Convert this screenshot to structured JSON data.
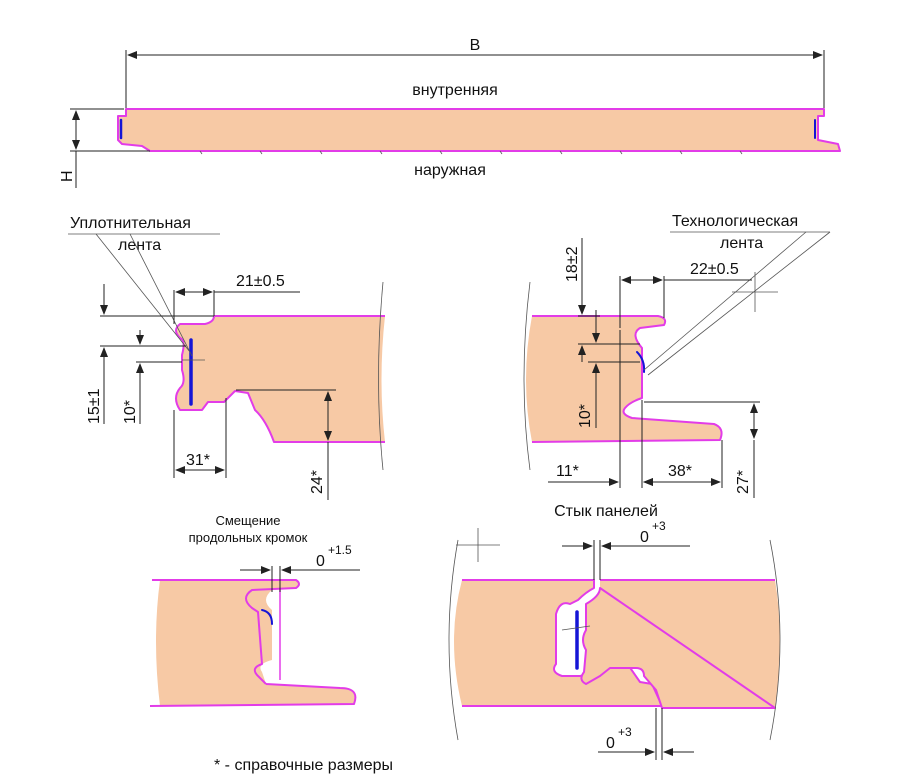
{
  "top_view": {
    "width_label": "B",
    "height_label": "H",
    "inner_label": "внутренняя",
    "outer_label": "наружная"
  },
  "left_joint": {
    "callout_line1": "Уплотнительная",
    "callout_line2": "лента",
    "dim_top": "21±0.5",
    "dim_left_outer": "15±1",
    "dim_left_inner": "10*",
    "dim_bottom": "31*",
    "dim_right": "24*"
  },
  "right_joint": {
    "callout_line1": "Технологическая",
    "callout_line2": "лента",
    "dim_top": "22±0.5",
    "dim_left_top": "18±2",
    "dim_left_inner": "10*",
    "dim_bottom_left": "11*",
    "dim_bottom_right": "38*",
    "dim_right": "27*"
  },
  "offset_detail": {
    "title_line1": "Смещение",
    "title_line2": "продольных кромок",
    "tolerance_base": "0",
    "tolerance_sup": "+1.5"
  },
  "joint_detail": {
    "title": "Стык панелей",
    "tol_top_base": "0",
    "tol_top_sup": "+3",
    "tol_bottom_base": "0",
    "tol_bottom_sup": "+3"
  },
  "footnote": "* - справочные размеры",
  "colors": {
    "core": "#f7c9a5",
    "skin": "#e23ce8",
    "seal": "#1515d6"
  }
}
